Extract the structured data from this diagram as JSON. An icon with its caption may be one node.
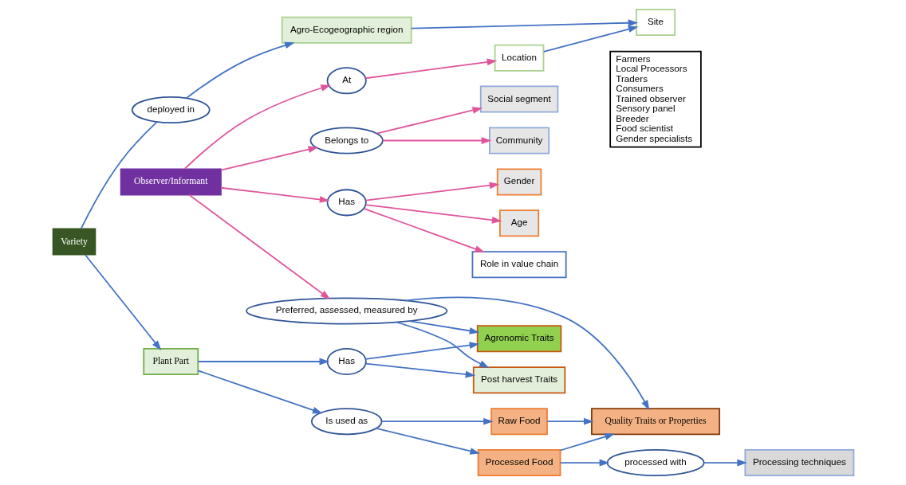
{
  "diagram": {
    "nodes": [
      {
        "text": [
          "Variety"
        ]
      },
      {
        "text": [
          "Plant Part"
        ]
      },
      {
        "text": [
          "Has"
        ]
      },
      {
        "text": [
          "Agronomic Traits"
        ]
      },
      {
        "text": [
          "Post harvest Traits"
        ]
      },
      {
        "text": [
          "Is used as"
        ]
      },
      {
        "text": [
          "Raw Food"
        ]
      },
      {
        "text": [
          "Processed Food"
        ]
      },
      {
        "text": [
          "Quality Traits or Properties"
        ]
      },
      {
        "text": [
          "processed with"
        ]
      },
      {
        "text": [
          "Processing techniques"
        ]
      },
      {
        "text": [
          "Preferred, assessed, measured by"
        ]
      },
      {
        "text": [
          "Observer/Informant"
        ]
      },
      {
        "text": [
          "Has"
        ]
      },
      {
        "text": [
          "Gender"
        ]
      },
      {
        "text": [
          "Age"
        ]
      },
      {
        "text": [
          "Role in value chain"
        ]
      },
      {
        "text": [
          "At"
        ]
      },
      {
        "text": [
          "Belongs to"
        ]
      },
      {
        "text": [
          "Location"
        ]
      },
      {
        "text": [
          "Social segment"
        ]
      },
      {
        "text": [
          "Community"
        ]
      },
      {
        "text": [
          "Farmers",
          "Local Processors",
          "Traders",
          "Consumers",
          "Trained observer",
          "Sensory panel",
          "Breeder",
          "Food scientist",
          "Gender specialists"
        ]
      },
      {
        "text": [
          "deployed in"
        ]
      },
      {
        "text": [
          "Agro-Ecogeographic region"
        ]
      },
      {
        "text": [
          "Site"
        ]
      }
    ],
    "edges": [
      {
        "from": 0,
        "to": 1,
        "arrow": "to"
      },
      {
        "from": 1,
        "to": 2,
        "arrow": "to"
      },
      {
        "from": 2,
        "to": 3,
        "arrow": "to"
      },
      {
        "from": 2,
        "to": 4,
        "arrow": "to"
      },
      {
        "from": 1,
        "to": 5,
        "arrow": "to"
      },
      {
        "from": 5,
        "to": 6,
        "arrow": "to"
      },
      {
        "from": 5,
        "to": 7,
        "arrow": "to"
      },
      {
        "from": 6,
        "to": 8,
        "arrow": "to"
      },
      {
        "from": 7,
        "to": 8,
        "arrow": "to"
      },
      {
        "from": 7,
        "to": 9,
        "arrow": "to"
      },
      {
        "from": 9,
        "to": 10,
        "arrow": "to"
      },
      {
        "from": 11,
        "to": 3,
        "arrow": "to"
      },
      {
        "from": 11,
        "to": 4,
        "arrow": "to"
      },
      {
        "from": 11,
        "to": 8,
        "arrow": "to"
      },
      {
        "from": 12,
        "to": 11,
        "arrow": "to",
        "color": "#e0559a"
      },
      {
        "from": 12,
        "to": 13,
        "arrow": "to",
        "color": "#e0559a"
      },
      {
        "from": 13,
        "to": 14,
        "arrow": "to",
        "color": "#e0559a"
      },
      {
        "from": 13,
        "to": 15,
        "arrow": "to",
        "color": "#e0559a"
      },
      {
        "from": 13,
        "to": 16,
        "arrow": "to",
        "color": "#e0559a"
      },
      {
        "from": 12,
        "to": 17,
        "arrow": "to",
        "color": "#e0559a"
      },
      {
        "from": 12,
        "to": 18,
        "arrow": "to",
        "color": "#e0559a"
      },
      {
        "from": 17,
        "to": 19,
        "arrow": "to",
        "color": "#e0559a"
      },
      {
        "from": 18,
        "to": 20,
        "arrow": "to",
        "color": "#e0559a"
      },
      {
        "from": 18,
        "to": 21,
        "arrow": "to",
        "color": "#e0559a"
      },
      {
        "from": 0,
        "to": 23,
        "arrow": "none"
      },
      {
        "from": 23,
        "to": 24,
        "arrow": "to"
      },
      {
        "from": 24,
        "to": 25,
        "arrow": "to"
      },
      {
        "from": 19,
        "to": 25,
        "arrow": "to"
      }
    ]
  }
}
